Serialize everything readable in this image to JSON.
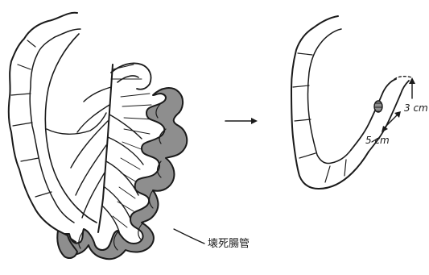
{
  "labels": {
    "necrotic_bowel": "壊死腸管",
    "length_upper": "3 cm",
    "length_lower": "5 cm"
  },
  "colors": {
    "ink": "#1a1a1a",
    "necrotic_shading": "#8e8e8e"
  }
}
